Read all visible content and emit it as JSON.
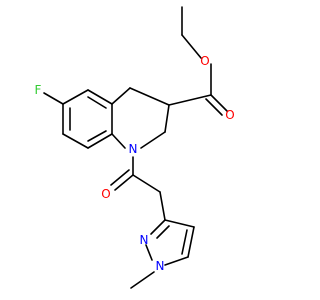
{
  "molecule": {
    "atoms": {
      "fluorine": {
        "symbol": "F",
        "color": "#33cc33"
      },
      "carbonyl_oxygen_ester": {
        "symbol": "O",
        "color": "#ff0000"
      },
      "ether_oxygen_ester": {
        "symbol": "O",
        "color": "#ff0000"
      },
      "amide_oxygen": {
        "symbol": "O",
        "color": "#ff0000"
      },
      "ring_nitrogen": {
        "symbol": "N",
        "color": "#0000ff"
      },
      "pyrazole_nitrogen_2": {
        "symbol": "N",
        "color": "#0000ff"
      },
      "pyrazole_nitrogen_1": {
        "symbol": "N",
        "color": "#0000ff"
      }
    },
    "bond_color": "#000000",
    "background": "#ffffff"
  }
}
